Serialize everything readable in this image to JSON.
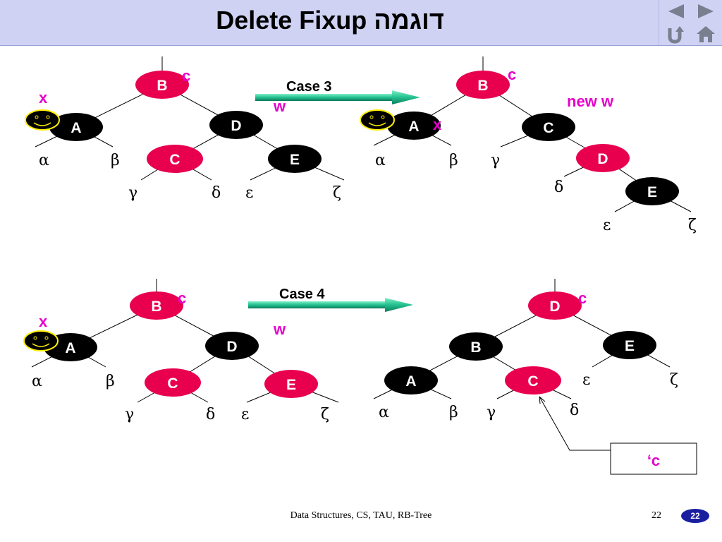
{
  "slide": {
    "title": "Delete Fixup דוגמה",
    "footer_text": "Data Structures, CS, TAU, RB-Tree",
    "page_number": "22",
    "page_badge": "22"
  },
  "nav": {
    "prev_icon": "triangle-left-icon",
    "next_icon": "triangle-right-icon",
    "return_icon": "u-turn-icon",
    "home_icon": "home-icon"
  },
  "colors": {
    "red_node": "#e8004e",
    "black_node": "#000000",
    "label_magenta": "#e600cc",
    "arrow_green": "#23c08f",
    "header_bg": "#cfd2f3"
  },
  "diagram": {
    "case3": {
      "label": "Case 3"
    },
    "case4": {
      "label": "Case 4"
    },
    "labels": {
      "x": "x",
      "w": "w",
      "c": "c",
      "new_w": "new w",
      "c_prime": "‘c"
    },
    "nodes": {
      "A": "A",
      "B": "B",
      "C": "C",
      "D": "D",
      "E": "E"
    },
    "greek": {
      "alpha": "α",
      "beta": "β",
      "gamma": "γ",
      "delta": "δ",
      "epsilon": "ε",
      "zeta": "ζ"
    }
  }
}
